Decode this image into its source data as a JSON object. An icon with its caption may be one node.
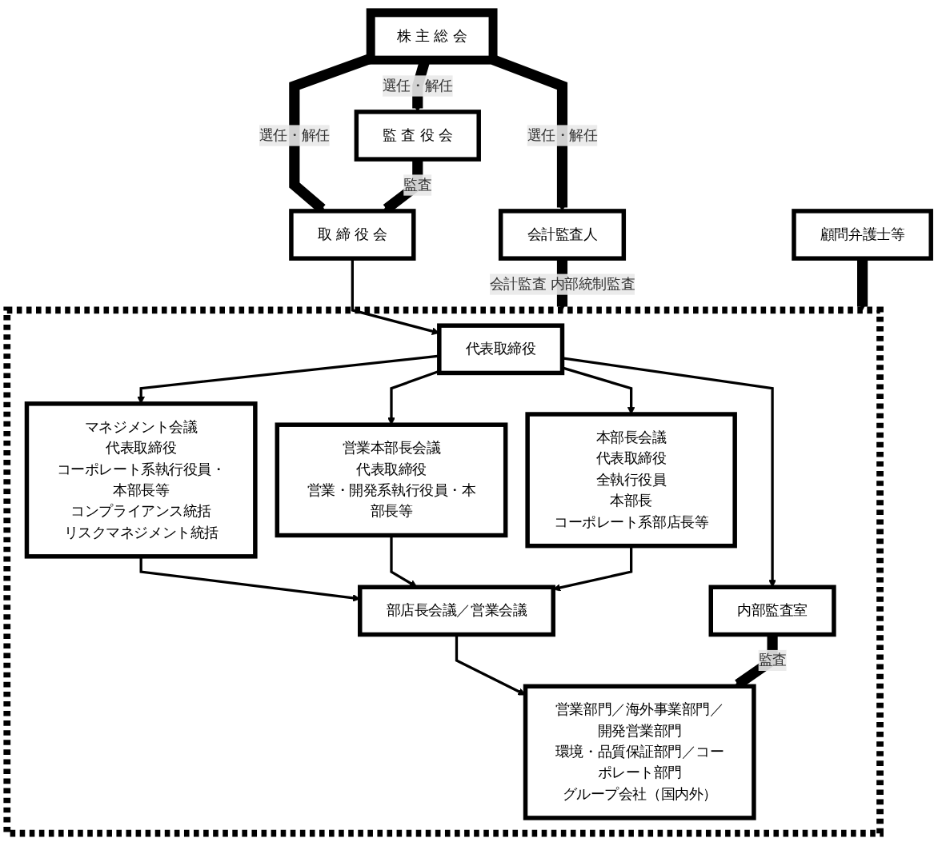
{
  "diagram": {
    "nodes": [
      {
        "text": [
          "株 主 総 会"
        ]
      },
      {
        "text": [
          "監 査 役 会"
        ]
      },
      {
        "text": [
          "取 締 役 会"
        ]
      },
      {
        "text": [
          "会計監査人"
        ]
      },
      {
        "text": [
          "顧問弁護士等"
        ]
      },
      {
        "text": [],
        "shape": "box"
      },
      {
        "text": [
          "代表取締役"
        ],
        "in": 5
      },
      {
        "text": [
          "マネジメント会議",
          "代表取締役",
          "コーポレート系執行役員・本部長等",
          "コンプライアンス統括",
          "リスクマネジメント統括"
        ],
        "in": 5
      },
      {
        "text": [
          "営業本部長会議",
          "代表取締役",
          "営業・開発系執行役員・本部長等"
        ],
        "in": 5
      },
      {
        "text": [
          "本部長会議",
          "代表取締役",
          "全執行役員",
          "本部長",
          "コーポレート系部店長等"
        ],
        "in": 5
      },
      {
        "text": [
          "部店長会議／営業会議"
        ],
        "in": 5
      },
      {
        "text": [
          "営業部門／海外事業部門／開発営業部門",
          "環境・品質保証部門／コーポレート部門",
          "グループ会社（国内外）"
        ],
        "in": 5
      },
      {
        "text": [
          "内部監査室"
        ],
        "in": 5
      }
    ],
    "edges": [
      {
        "from": 0,
        "to": 1,
        "arrow": "to",
        "label": "選任・解任",
        "style": "thick"
      },
      {
        "from": 0,
        "to": 2,
        "arrow": "to",
        "label": "選任・解任",
        "style": "thick"
      },
      {
        "from": 0,
        "to": 3,
        "arrow": "to",
        "label": "選任・解任",
        "style": "thick"
      },
      {
        "from": 1,
        "to": 2,
        "arrow": "to",
        "label": "監査",
        "style": "thick"
      },
      {
        "from": 2,
        "to": 6,
        "arrow": "to"
      },
      {
        "from": 3,
        "to": 5,
        "arrow": "to",
        "label": "会計監査 内部統制監査",
        "style": "thick"
      },
      {
        "from": 4,
        "to": 5,
        "arrow": "to",
        "style": "thick"
      },
      {
        "from": 6,
        "to": 7,
        "arrow": "to"
      },
      {
        "from": 6,
        "to": 8,
        "arrow": "to"
      },
      {
        "from": 6,
        "to": 9,
        "arrow": "to"
      },
      {
        "from": 6,
        "to": 12,
        "arrow": "to"
      },
      {
        "from": 7,
        "to": 10,
        "arrow": "to"
      },
      {
        "from": 8,
        "to": 10,
        "arrow": "to"
      },
      {
        "from": 9,
        "to": 10,
        "arrow": "to"
      },
      {
        "from": 10,
        "to": 11,
        "arrow": "to"
      },
      {
        "from": 12,
        "to": 11,
        "arrow": "to",
        "label": "監査",
        "style": "thick"
      }
    ]
  }
}
